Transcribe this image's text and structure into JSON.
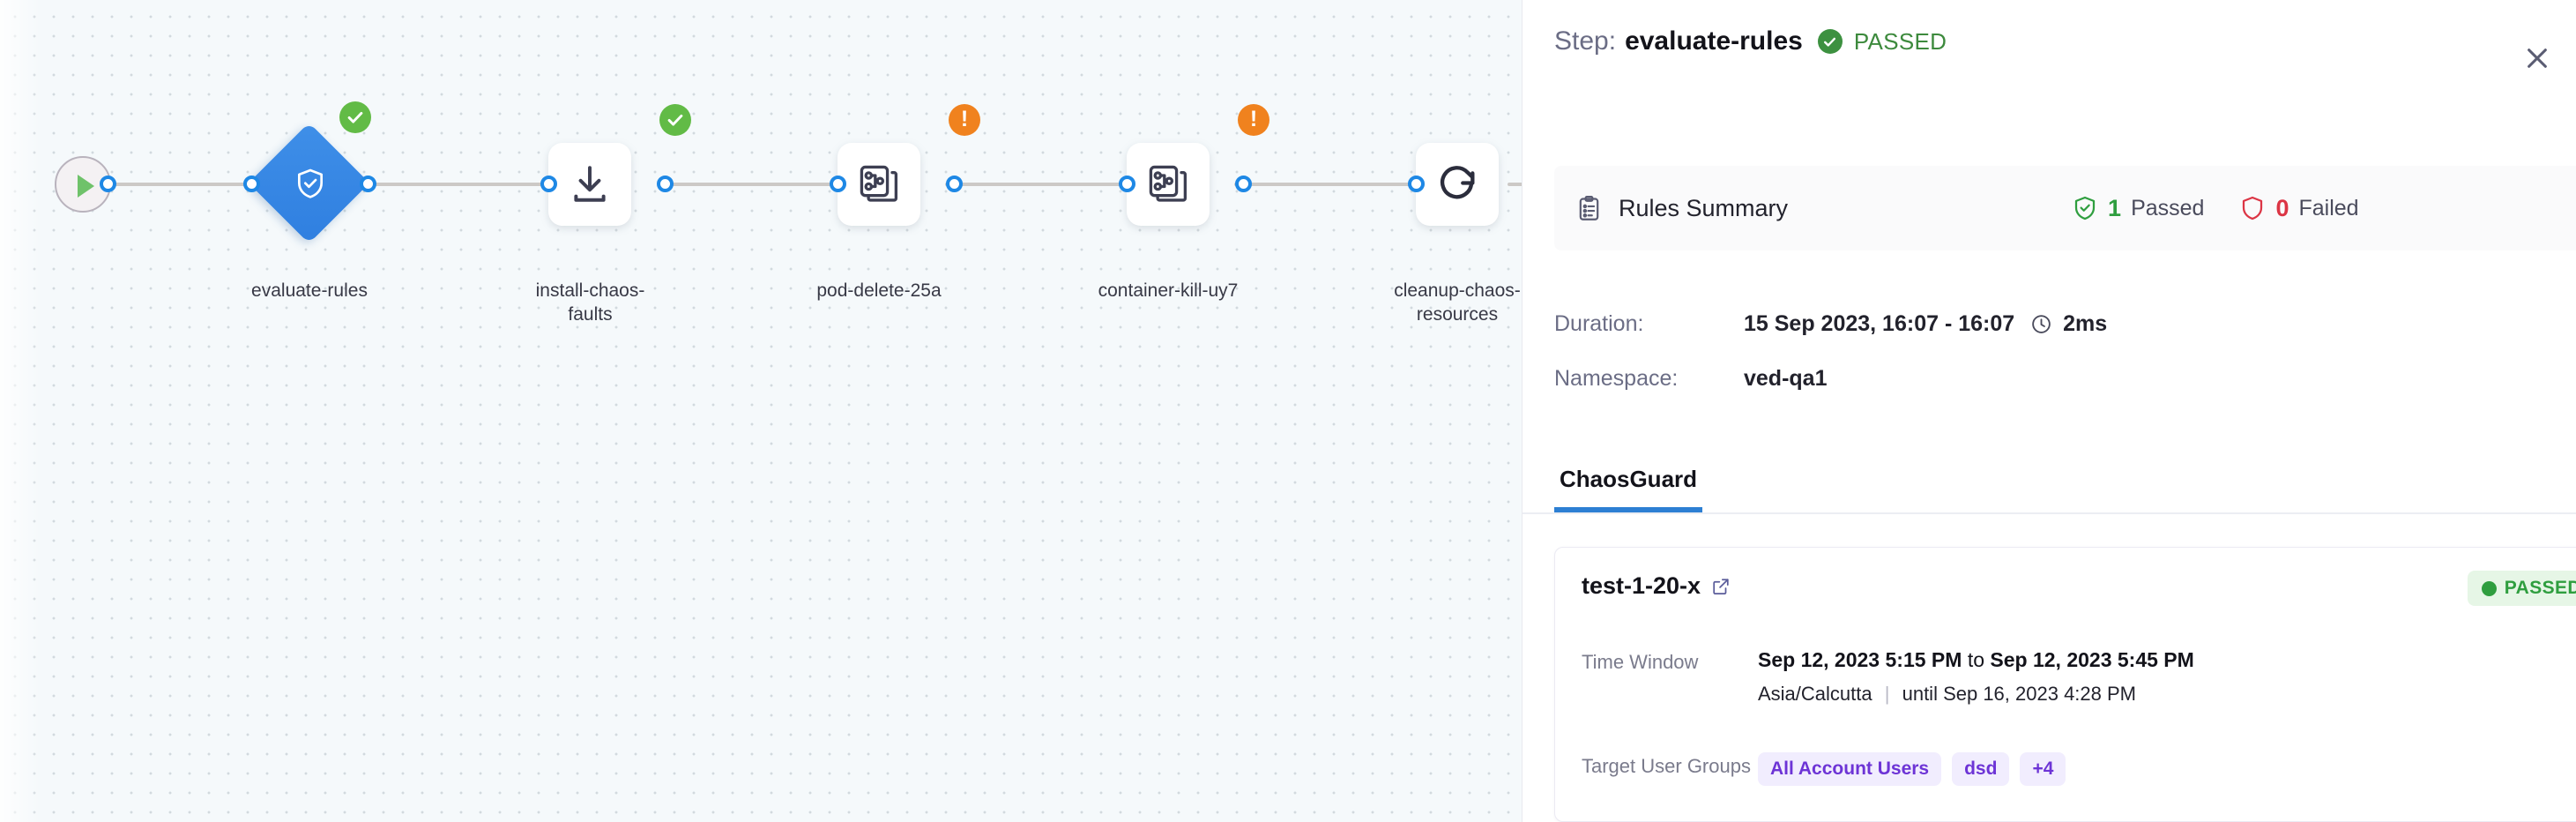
{
  "canvas": {
    "start_node": {
      "icon": "play-icon",
      "label": ""
    },
    "nodes": [
      {
        "id": "evaluate-rules",
        "label": "evaluate-rules",
        "shape": "diamond",
        "icon": "shield-check-icon",
        "status": "ok",
        "status_name": "success-check-icon"
      },
      {
        "id": "install-chaos-faults",
        "label": "install-chaos-faults",
        "shape": "square",
        "icon": "download-icon",
        "status": "ok",
        "status_name": "success-check-icon"
      },
      {
        "id": "pod-delete-25a",
        "label": "pod-delete-25a",
        "shape": "square",
        "icon": "chaos-fault-icon",
        "status": "warn",
        "status_name": "warning-exclamation-icon"
      },
      {
        "id": "container-kill-uy7",
        "label": "container-kill-uy7",
        "shape": "square",
        "icon": "chaos-fault-icon",
        "status": "warn",
        "status_name": "warning-exclamation-icon"
      },
      {
        "id": "cleanup-chaos-resources",
        "label": "cleanup-chaos-resources",
        "shape": "square",
        "icon": "refresh-icon",
        "status": "ok",
        "status_name": "success-check-icon"
      }
    ]
  },
  "panel": {
    "header": {
      "step_prefix": "Step:",
      "step_name": "evaluate-rules",
      "status_text": "PASSED",
      "status_icon": "check-circle-icon",
      "close_icon": "close-icon"
    },
    "rules_summary": {
      "icon": "clipboard-list-icon",
      "title": "Rules Summary",
      "passed_count": "1",
      "passed_label": "Passed",
      "passed_icon": "shield-check-icon",
      "failed_count": "0",
      "failed_label": "Failed",
      "failed_icon": "shield-icon"
    },
    "meta": [
      {
        "label": "Duration:",
        "value": "15 Sep 2023, 16:07 - 16:07",
        "suffix": "2ms",
        "suffix_icon": "clock-icon"
      },
      {
        "label": "Namespace:",
        "value": "ved-qa1",
        "suffix": "",
        "suffix_icon": ""
      }
    ],
    "tabs": [
      {
        "id": "chaosguard",
        "label": "ChaosGuard",
        "active": true
      }
    ],
    "test_card": {
      "title": "test-1-20-x",
      "external_link_icon": "external-link-icon",
      "badge": {
        "text": "PASSED",
        "color": "#2f9e3f",
        "bg": "#e6f6e6"
      },
      "rows": [
        {
          "key": "Time Window",
          "value_main": "Sep 12, 2023 5:15 PM",
          "value_join": "to",
          "value_main2": "Sep 12, 2023 5:45 PM",
          "value_sub_tz": "Asia/Calcutta",
          "value_sub_until": "until Sep 16, 2023 4:28 PM"
        }
      ],
      "user_groups_row": {
        "key": "Target User Groups",
        "chips": [
          "All Account Users",
          "dsd",
          "+4"
        ]
      }
    }
  },
  "colors": {
    "accent_blue": "#2d7fd3",
    "node_blue": "#3684e4",
    "success_green": "#62bb46",
    "warning_orange": "#f0821e",
    "chip_purple": "#6d34d6",
    "canvas_bg": "#f5f9fb"
  }
}
